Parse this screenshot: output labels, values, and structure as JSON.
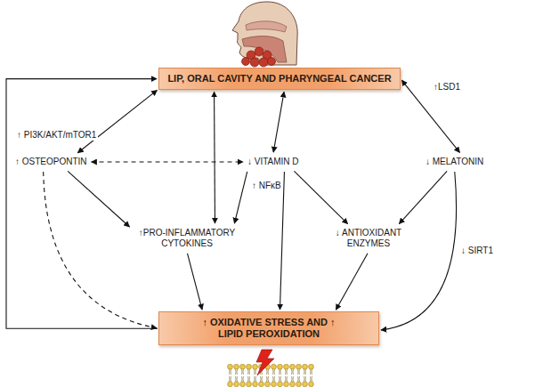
{
  "diagram": {
    "nodes": [
      {
        "text": [
          "LIP, ORAL CAVITY AND PHARYNGEAL CANCER"
        ]
      },
      {
        "text": [
          "↑ OSTEOPONTIN"
        ]
      },
      {
        "text": [
          "↓ VITAMIN D"
        ]
      },
      {
        "text": [
          "↓ MELATONIN"
        ]
      },
      {
        "text": [
          "↑PRO-INFLAMMATORY CYTOKINES"
        ]
      },
      {
        "text": [
          "↓ ANTIOXIDANT ENZYMES"
        ]
      },
      {
        "text": [
          "↑ OXIDATIVE STRESS AND ↑ LIPID PEROXIDATION"
        ]
      }
    ],
    "edges": [
      {
        "from": 0,
        "to": 1,
        "arrow": "both",
        "label": "↑ PI3K/AKT/mTOR1"
      },
      {
        "from": 0,
        "to": 2,
        "arrow": "both"
      },
      {
        "from": 0,
        "to": 3,
        "arrow": "both",
        "label": "↑LSD1"
      },
      {
        "from": 1,
        "to": 2,
        "arrow": "both"
      },
      {
        "from": 0,
        "to": 4,
        "arrow": "both"
      },
      {
        "from": 2,
        "to": 4,
        "arrow": "to",
        "label": "↑ NFκB"
      },
      {
        "from": 1,
        "to": 4,
        "arrow": "to"
      },
      {
        "from": 2,
        "to": 5,
        "arrow": "to"
      },
      {
        "from": 3,
        "to": 5,
        "arrow": "to"
      },
      {
        "from": 4,
        "to": 6,
        "arrow": "to"
      },
      {
        "from": 2,
        "to": 6,
        "arrow": "to"
      },
      {
        "from": 5,
        "to": 6,
        "arrow": "to"
      },
      {
        "from": 1,
        "to": 6,
        "arrow": "to"
      },
      {
        "from": 3,
        "to": 6,
        "arrow": "to",
        "label": "↓ SIRT1"
      },
      {
        "from": 6,
        "to": 0,
        "arrow": "to"
      }
    ]
  }
}
